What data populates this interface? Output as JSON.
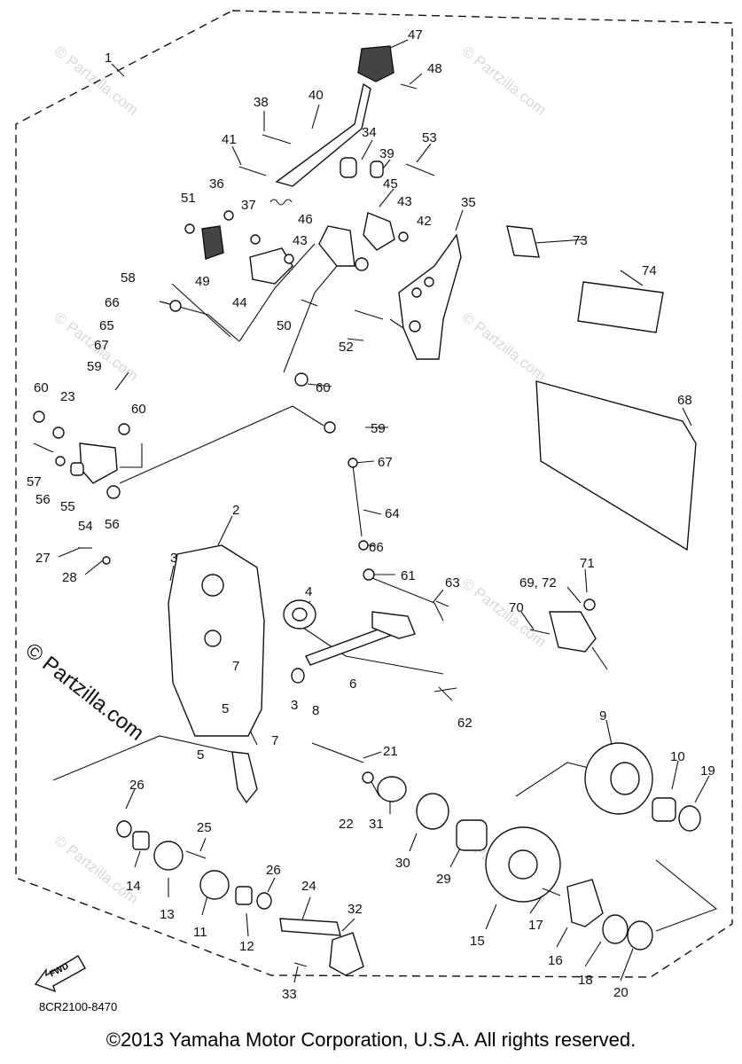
{
  "diagram_code": "8CR2100-8470",
  "copyright": "©2013 Yamaha Motor Corporation, U.S.A. All rights reserved.",
  "fwd_label": "FWD",
  "watermark": "© Partzilla.com",
  "callouts": [
    "1",
    "2",
    "3",
    "3",
    "4",
    "5",
    "5",
    "6",
    "7",
    "7",
    "8",
    "9",
    "10",
    "11",
    "12",
    "13",
    "14",
    "15",
    "16",
    "17",
    "18",
    "19",
    "20",
    "21",
    "22",
    "23",
    "24",
    "25",
    "26",
    "26",
    "27",
    "28",
    "29",
    "30",
    "31",
    "32",
    "33",
    "34",
    "35",
    "36",
    "37",
    "38",
    "39",
    "40",
    "41",
    "42",
    "43",
    "43",
    "44",
    "45",
    "46",
    "47",
    "48",
    "49",
    "50",
    "51",
    "52",
    "53",
    "54",
    "55",
    "56",
    "56",
    "57",
    "58",
    "59",
    "59",
    "60",
    "60",
    "60",
    "61",
    "62",
    "63",
    "64",
    "65",
    "66",
    "66",
    "67",
    "67",
    "68",
    "69, 72",
    "70",
    "71",
    "73",
    "74"
  ]
}
